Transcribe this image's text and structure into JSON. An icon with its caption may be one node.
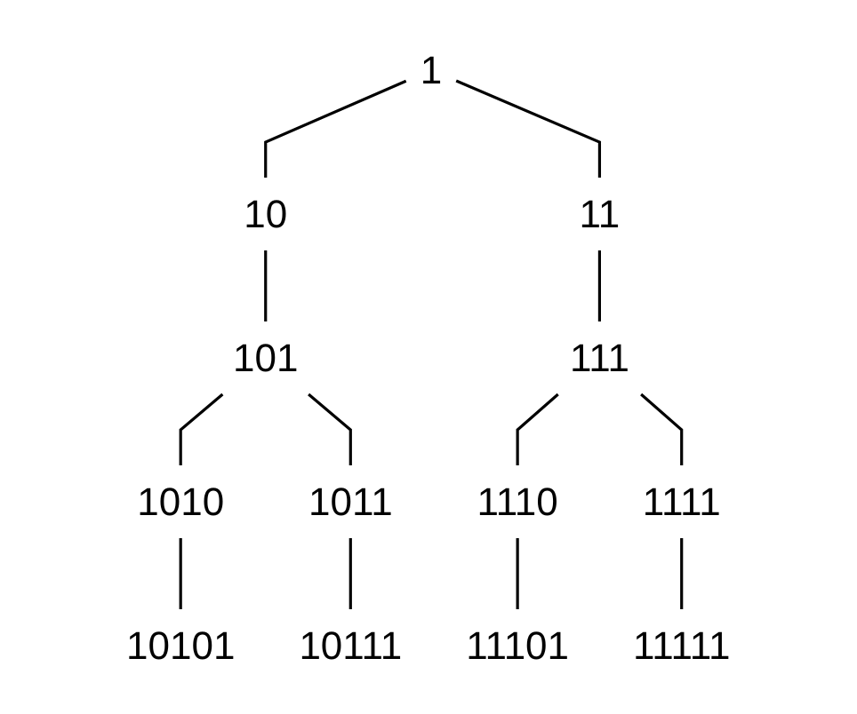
{
  "diagram": {
    "nodes": [
      {
        "text": [
          "1"
        ]
      },
      {
        "text": [
          "10"
        ]
      },
      {
        "text": [
          "11"
        ]
      },
      {
        "text": [
          "101"
        ]
      },
      {
        "text": [
          "111"
        ]
      },
      {
        "text": [
          "1010"
        ]
      },
      {
        "text": [
          "1011"
        ]
      },
      {
        "text": [
          "1110"
        ]
      },
      {
        "text": [
          "1111"
        ]
      },
      {
        "text": [
          "10101"
        ]
      },
      {
        "text": [
          "10111"
        ]
      },
      {
        "text": [
          "11101"
        ]
      },
      {
        "text": [
          "11111"
        ]
      }
    ],
    "edges": [
      {
        "from": 0,
        "to": 1,
        "arrow": "none"
      },
      {
        "from": 0,
        "to": 2,
        "arrow": "none"
      },
      {
        "from": 1,
        "to": 3,
        "arrow": "none"
      },
      {
        "from": 2,
        "to": 4,
        "arrow": "none"
      },
      {
        "from": 3,
        "to": 5,
        "arrow": "none"
      },
      {
        "from": 3,
        "to": 6,
        "arrow": "none"
      },
      {
        "from": 4,
        "to": 7,
        "arrow": "none"
      },
      {
        "from": 4,
        "to": 8,
        "arrow": "none"
      },
      {
        "from": 5,
        "to": 9,
        "arrow": "none"
      },
      {
        "from": 6,
        "to": 10,
        "arrow": "none"
      },
      {
        "from": 7,
        "to": 11,
        "arrow": "none"
      },
      {
        "from": 8,
        "to": 12,
        "arrow": "none"
      }
    ]
  }
}
